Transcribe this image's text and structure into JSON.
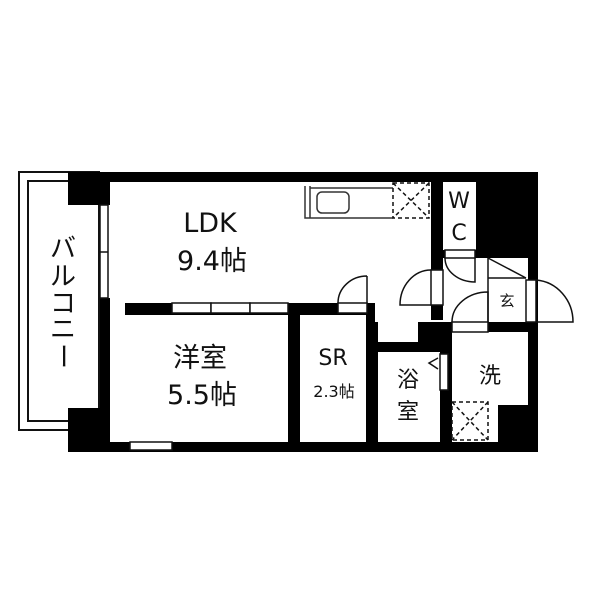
{
  "floor_plan": {
    "colors": {
      "wall": "#000000",
      "floor": "#ffffff",
      "line": "#111111"
    },
    "rooms": {
      "ldk": {
        "name": "LDK",
        "area": "9.4帖"
      },
      "western_room": {
        "name": "洋室",
        "area": "5.5帖"
      },
      "service_room": {
        "name": "SR",
        "area": "2.3帖"
      },
      "bathroom": {
        "name_line1": "浴",
        "name_line2": "室"
      },
      "washroom": {
        "name": "洗"
      },
      "toilet": {
        "name_line1": "W",
        "name_line2": "C"
      },
      "entrance": {
        "name": "玄"
      },
      "balcony": {
        "chars": [
          "バ",
          "ル",
          "コ",
          "ニ",
          "ー"
        ]
      }
    },
    "fixtures": [
      "kitchen-counter",
      "sink",
      "refrigerator-space",
      "washer-space"
    ]
  }
}
